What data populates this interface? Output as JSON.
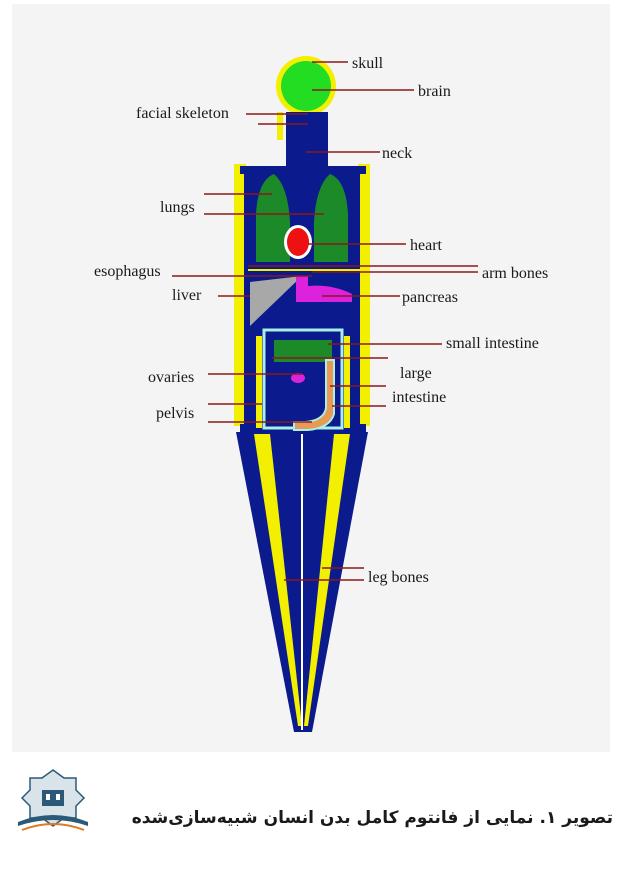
{
  "labels": {
    "skull": "skull",
    "brain": "brain",
    "facial_skeleton": "facial skeleton",
    "neck": "neck",
    "lungs": "lungs",
    "heart": "heart",
    "esophagus": "esophagus",
    "arm_bones": "arm bones",
    "liver": "liver",
    "pancreas": "pancreas",
    "small_intestine": "small intestine",
    "large_1": "large",
    "large_2": "intestine",
    "ovaries": "ovaries",
    "pelvis": "pelvis",
    "leg_bones": "leg bones"
  },
  "caption": "تصویر ۱. نمایی از فانتوم کامل بدن انسان شبیه‌سازی‌شده",
  "colors": {
    "body": "#0b1a8c",
    "bone": "#f2f000",
    "brain": "#22dd22",
    "lung": "#1d8a2a",
    "heart": "#ee1111",
    "liver": "#a8a8a8",
    "pancreas": "#dd22dd",
    "intestine_border": "#a9f0e8",
    "large_intestine": "#e89a55",
    "leader": "#8a1a1a"
  }
}
